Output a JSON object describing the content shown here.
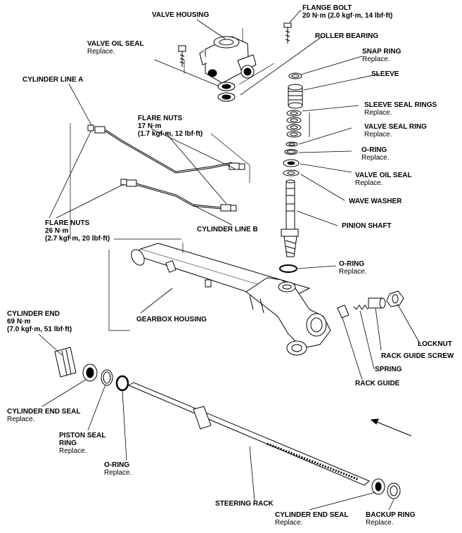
{
  "labels": {
    "valve_housing": {
      "title": "VALVE HOUSING"
    },
    "flange_bolt": {
      "title": "FLANGE BOLT",
      "sub1": "20 N·m (2.0 kgf·m, 14 lbf·ft)"
    },
    "valve_oil_seal_top": {
      "title": "VALVE OIL SEAL",
      "sub1": "Replace."
    },
    "roller_bearing": {
      "title": "ROLLER BEARING"
    },
    "snap_ring": {
      "title": "SNAP RING",
      "sub1": "Replace."
    },
    "cylinder_line_a": {
      "title": "CYLINDER LINE A"
    },
    "sleeve": {
      "title": "SLEEVE"
    },
    "sleeve_seal_rings": {
      "title": "SLEEVE SEAL RINGS",
      "sub1": "Replace."
    },
    "flare_nuts_17": {
      "title": "FLARE NUTS",
      "sub1": "17 N·m",
      "sub2": "(1.7 kgf·m, 12 lbf·ft)"
    },
    "valve_seal_ring": {
      "title": "VALVE SEAL RING",
      "sub1": "Replace."
    },
    "o_ring_1": {
      "title": "O-RING",
      "sub1": "Replace."
    },
    "valve_oil_seal_2": {
      "title": "VALVE OIL SEAL",
      "sub1": "Replace."
    },
    "wave_washer": {
      "title": "WAVE WASHER"
    },
    "flare_nuts_26": {
      "title": "FLARE NUTS",
      "sub1": "26 N·m",
      "sub2": "(2.7 kgf·m, 20 lbf·ft)"
    },
    "cylinder_line_b": {
      "title": "CYLINDER LINE B"
    },
    "pinion_shaft": {
      "title": "PINION SHAFT"
    },
    "o_ring_2": {
      "title": "O-RING",
      "sub1": "Replace."
    },
    "cylinder_end": {
      "title": "CYLINDER END",
      "sub1": "69 N·m",
      "sub2": "(7.0 kgf·m, 51 lbf·ft)"
    },
    "gearbox_housing": {
      "title": "GEARBOX HOUSING"
    },
    "locknut": {
      "title": "LOCKNUT"
    },
    "rack_guide_screw": {
      "title": "RACK GUIDE SCREW"
    },
    "spring": {
      "title": "SPRING"
    },
    "rack_guide": {
      "title": "RACK GUIDE"
    },
    "cylinder_end_seal_left": {
      "title": "CYLINDER END SEAL",
      "sub1": "Replace."
    },
    "piston_seal_ring": {
      "title": "PISTON SEAL",
      "title2": "RING",
      "sub1": "Replace."
    },
    "o_ring_3": {
      "title": "O-RING",
      "sub1": "Replace."
    },
    "steering_rack": {
      "title": "STEERING RACK"
    },
    "cylinder_end_seal_right": {
      "title": "CYLINDER END SEAL",
      "sub1": "Replace."
    },
    "backup_ring": {
      "title": "BACKUP RING",
      "sub1": "Replace."
    }
  }
}
